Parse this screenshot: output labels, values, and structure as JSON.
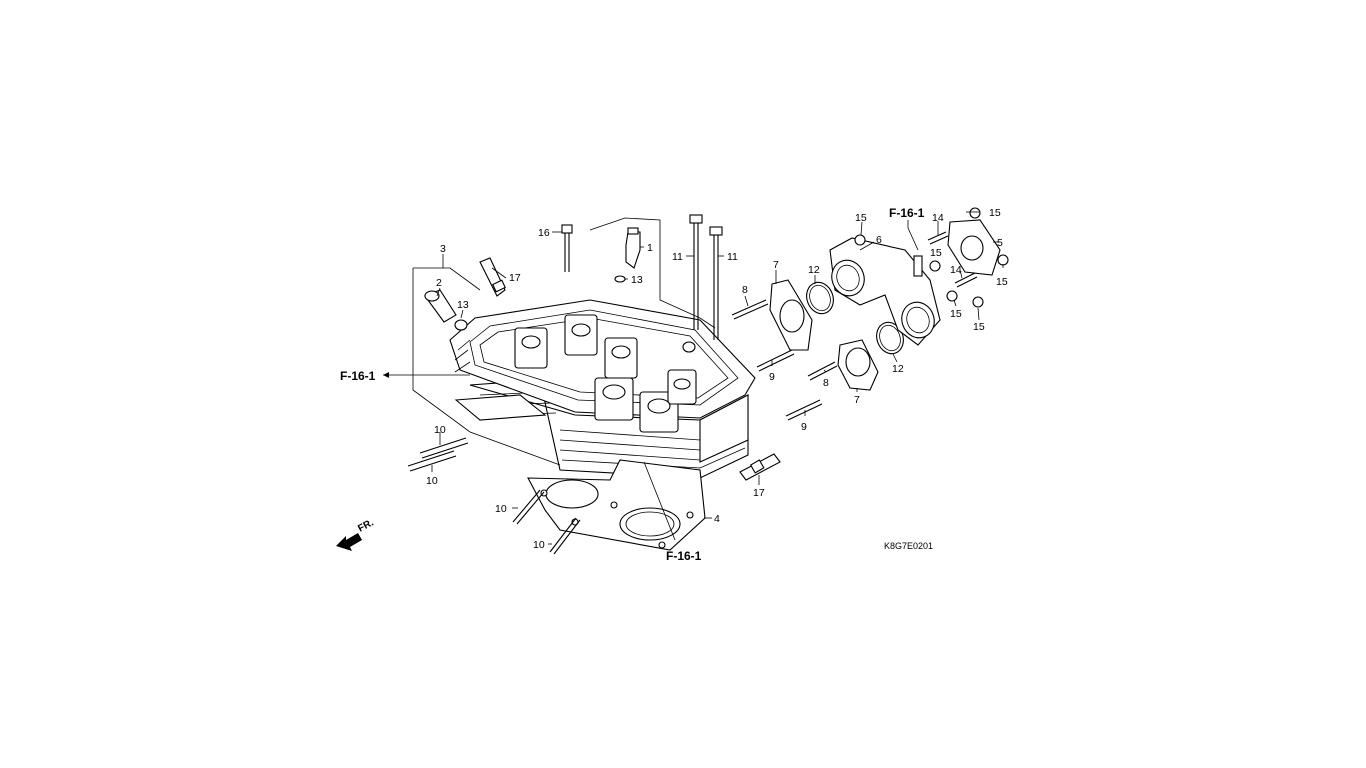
{
  "references": {
    "f16": "F-16-1"
  },
  "diagram_code": "K8G7E0201",
  "front_marker": "FR.",
  "parts": {
    "p1": "1",
    "p2": "2",
    "p3": "3",
    "p4": "4",
    "p5": "5",
    "p6": "6",
    "p7": "7",
    "p8": "8",
    "p9": "9",
    "p10": "10",
    "p11": "11",
    "p12": "12",
    "p13": "13",
    "p14": "14",
    "p15": "15",
    "p16": "16",
    "p17": "17"
  },
  "colors": {
    "ink": "#000000",
    "paper": "#ffffff"
  },
  "icons": {
    "front_arrow": "arrow-down-left-icon"
  }
}
